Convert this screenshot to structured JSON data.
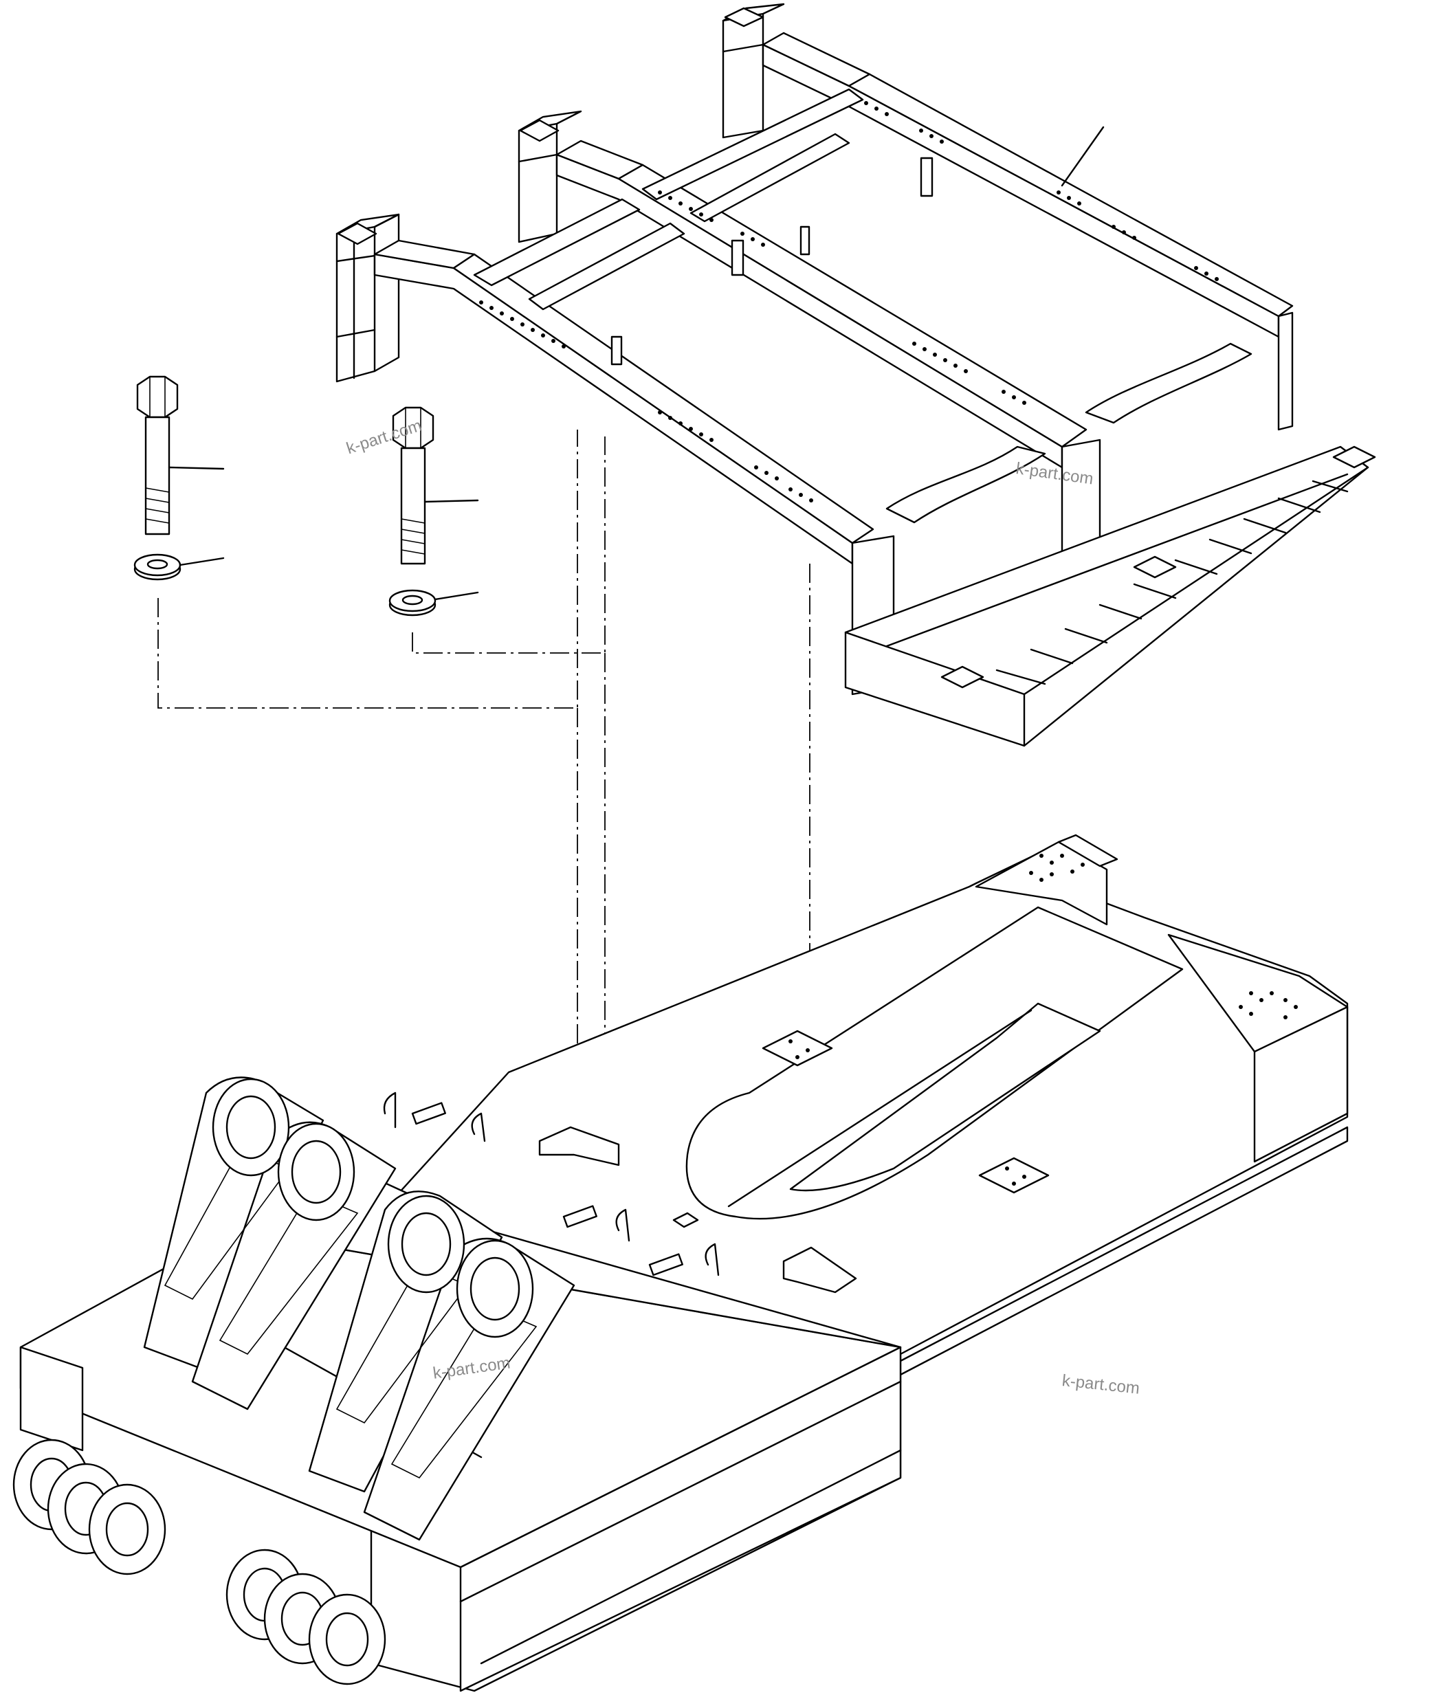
{
  "watermarks": [
    "k-part.com",
    "k-part.com",
    "k-part.com",
    "k-part.com"
  ],
  "colors": {
    "line": "#000000",
    "background": "#ffffff",
    "watermark": "#8a8a8a"
  }
}
